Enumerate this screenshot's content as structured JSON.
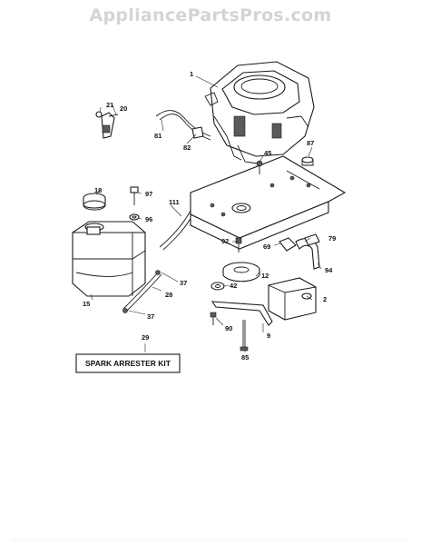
{
  "header": {
    "site_name": "AppliancePartsPros.com"
  },
  "kit_label": "SPARK ARRESTER KIT",
  "callouts": {
    "c1": "1",
    "c2": "2",
    "c9": "9",
    "c12": "12",
    "c15": "15",
    "c18": "18",
    "c20": "20",
    "c21": "21",
    "c28": "28",
    "c29": "29",
    "c37a": "37",
    "c37b": "37",
    "c42": "42",
    "c45": "45",
    "c69": "69",
    "c79": "79",
    "c81": "81",
    "c82": "82",
    "c85": "85",
    "c87": "87",
    "c90": "90",
    "c92": "92",
    "c94": "94",
    "c96": "96",
    "c97": "97",
    "c111": "111"
  },
  "footer": {
    "fine_print": ""
  }
}
